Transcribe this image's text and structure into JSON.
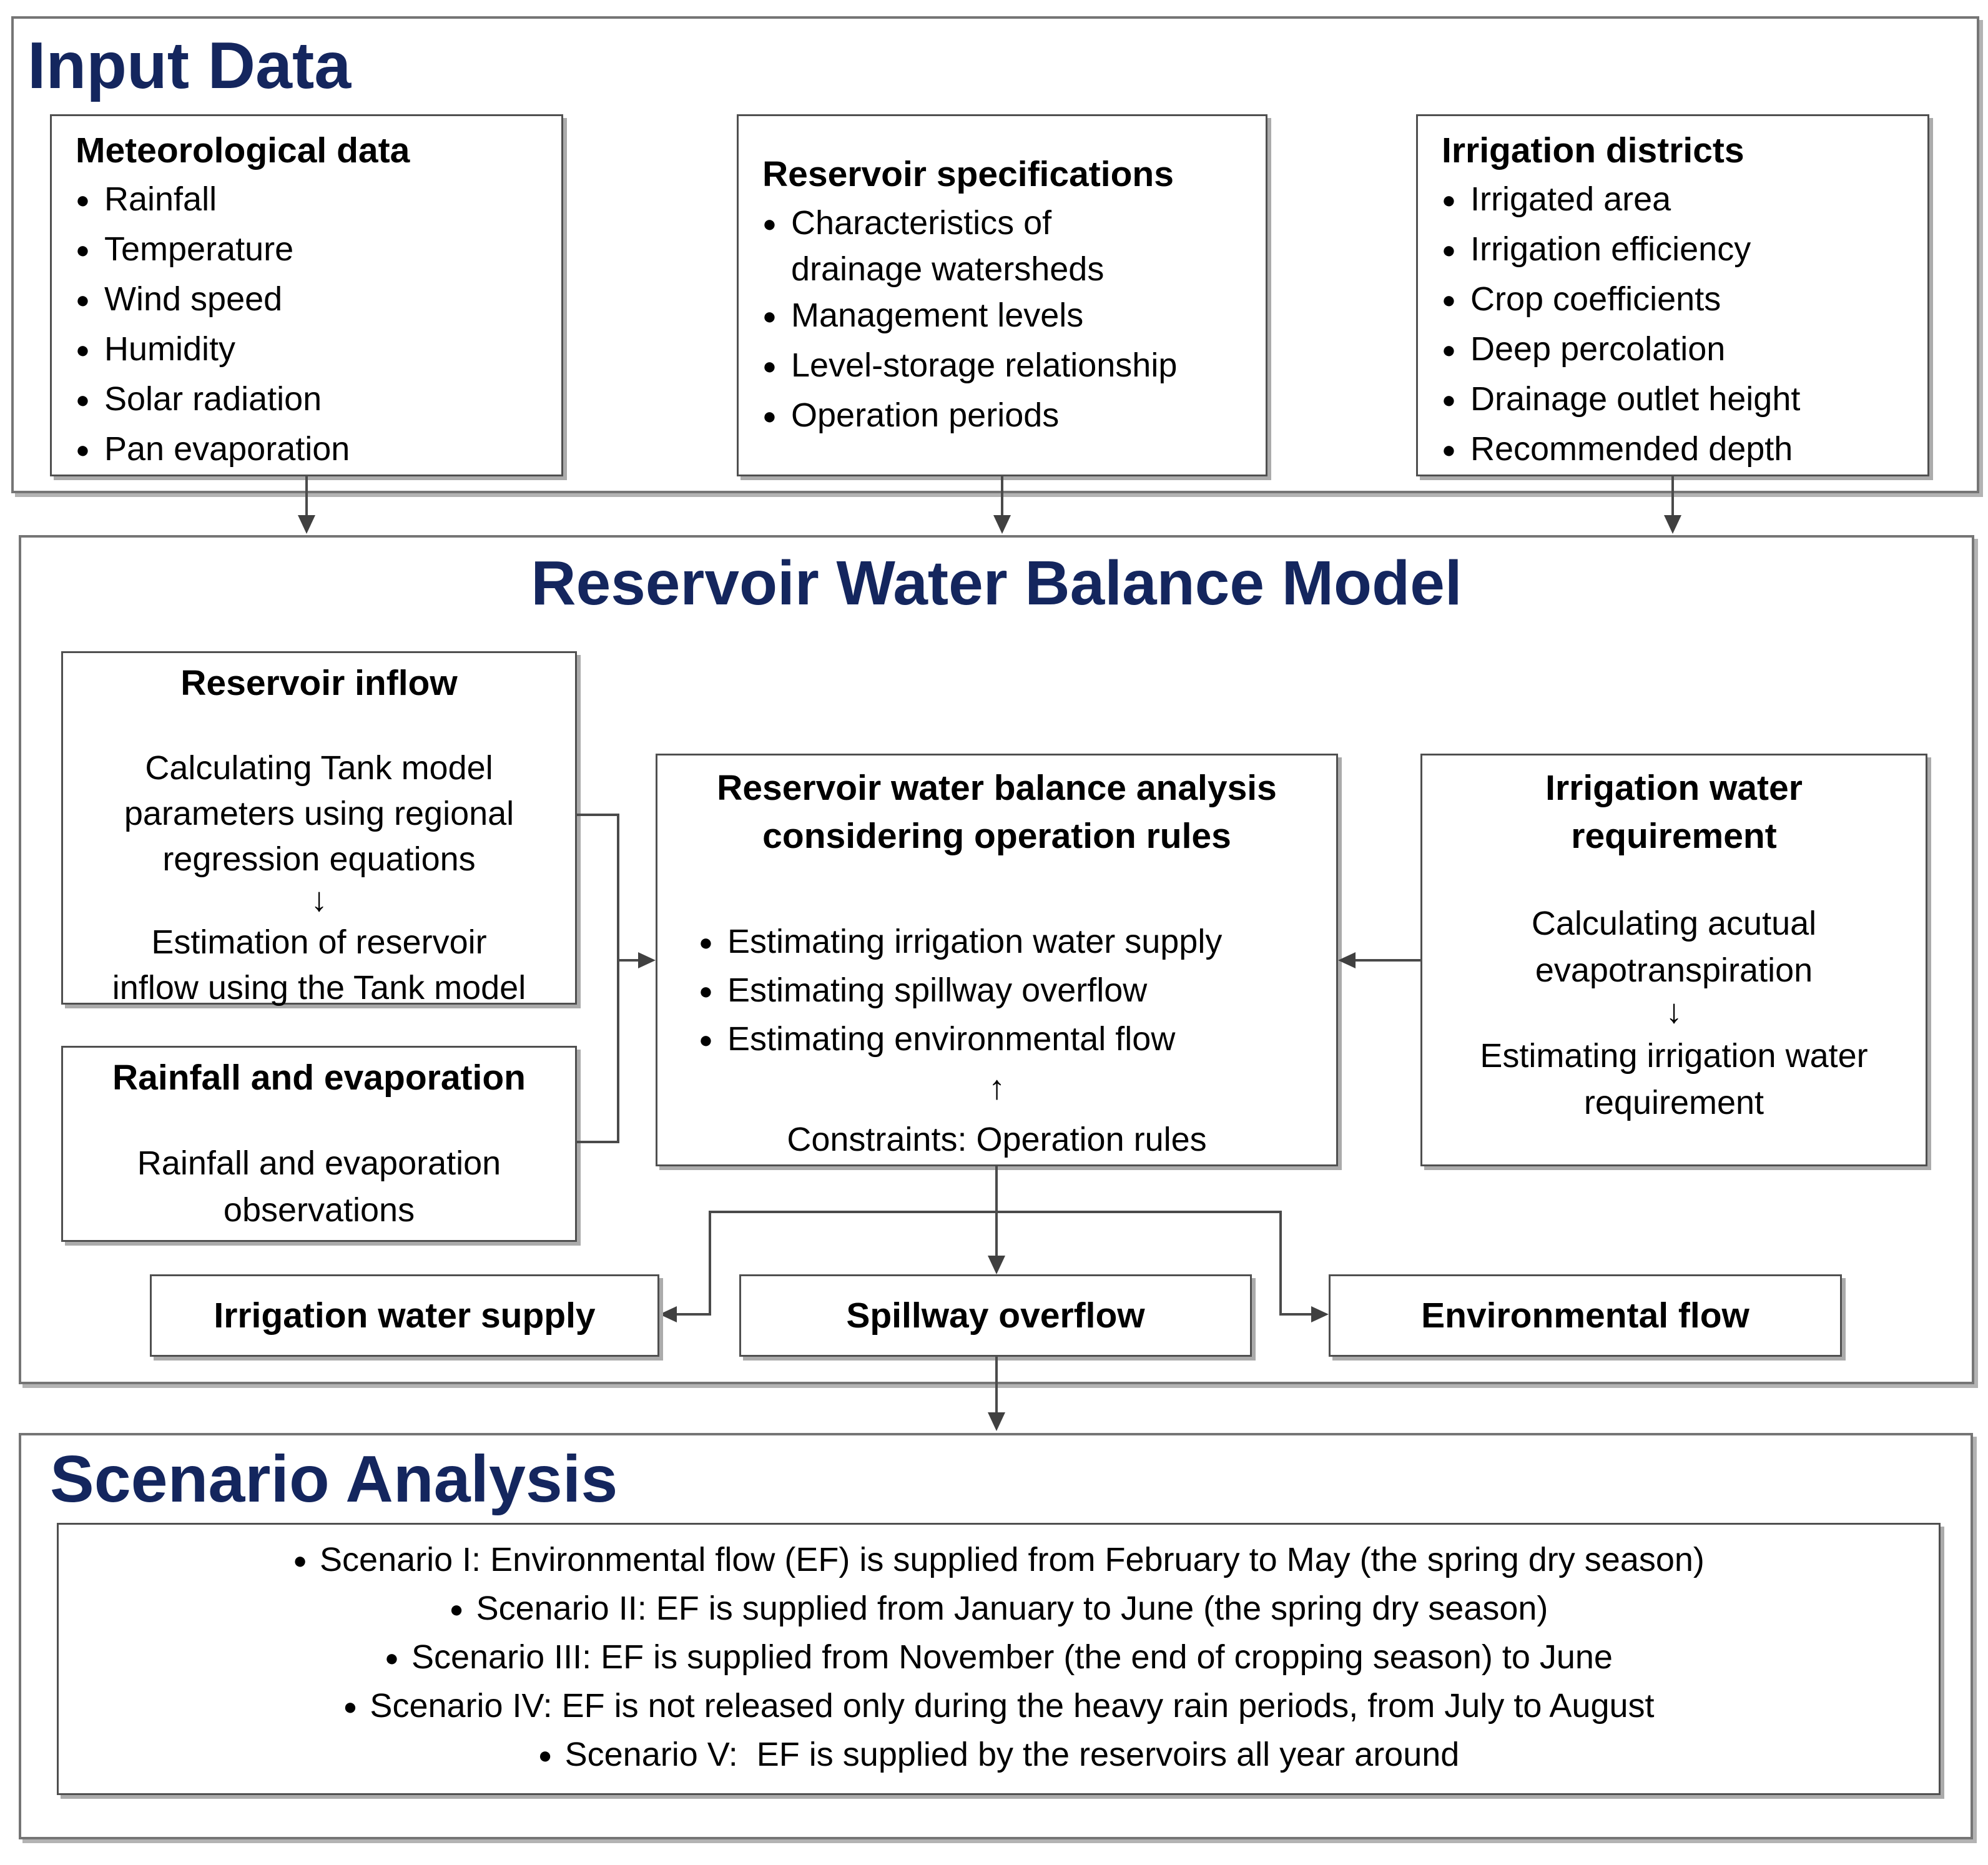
{
  "colors": {
    "accent_navy": "#14265e",
    "line_gray": "#4a4a4a",
    "border_gray": "#5a5a5a"
  },
  "input_section": {
    "title": "Input Data",
    "boxes": [
      {
        "title": "Meteorological data",
        "items": [
          "Rainfall",
          "Temperature",
          "Wind speed",
          "Humidity",
          "Solar radiation",
          "Pan evaporation"
        ]
      },
      {
        "title": "Reservoir specifications",
        "items": [
          "Characteristics of\ndrainage watersheds",
          "Management levels",
          "Level-storage relationship",
          "Operation periods"
        ]
      },
      {
        "title": "Irrigation districts",
        "items": [
          "Irrigated area",
          "Irrigation efficiency",
          "Crop coefficients",
          "Deep percolation",
          "Drainage outlet height",
          "Recommended depth"
        ]
      }
    ]
  },
  "model_section": {
    "title": "Reservoir Water Balance Model",
    "inflow_box": {
      "title": "Reservoir inflow",
      "step1": "Calculating Tank model\nparameters using regional\nregression equations",
      "down_arrow": "↓",
      "step2": "Estimation of reservoir\ninflow using the Tank model"
    },
    "rainfall_box": {
      "title": "Rainfall and evaporation",
      "body": "Rainfall and evaporation\nobservations"
    },
    "analysis_box": {
      "title": "Reservoir water balance analysis\nconsidering operation rules",
      "items": [
        "Estimating irrigation water supply",
        "Estimating spillway overflow",
        "Estimating environmental flow"
      ],
      "up_arrow": "↑",
      "constraints": "Constraints: Operation rules"
    },
    "requirement_box": {
      "title": "Irrigation water\nrequirement",
      "step1": "Calculating acutual\nevapotranspiration",
      "down_arrow": "↓",
      "step2": "Estimating irrigation water\nrequirement"
    },
    "output_boxes": [
      {
        "label": "Irrigation water supply"
      },
      {
        "label": "Spillway overflow"
      },
      {
        "label": "Environmental flow"
      }
    ]
  },
  "scenario_section": {
    "title": "Scenario Analysis",
    "scenarios": [
      "Scenario I: Environmental flow (EF) is supplied from February to May (the spring dry season)",
      "Scenario II: EF is supplied from January to June (the spring dry season)",
      "Scenario III: EF is supplied from November (the end of cropping season) to June",
      "Scenario IV: EF is not released only during the heavy rain periods, from July to August",
      "Scenario V:  EF is supplied by the reservoirs all year around"
    ]
  }
}
